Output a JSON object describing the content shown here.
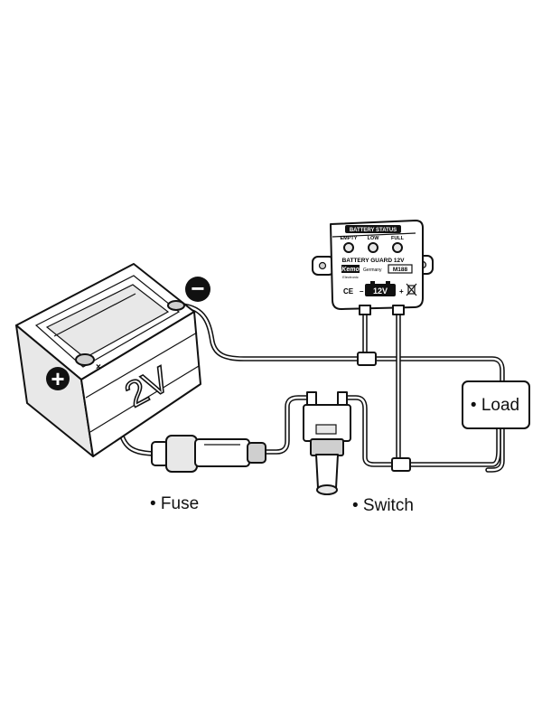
{
  "battery": {
    "voltage_label": "2V",
    "plus_symbol": "+",
    "minus_symbol": "−",
    "x_mark": "×"
  },
  "module": {
    "status_header": "BATTERY STATUS",
    "led_labels": [
      "EMPTY",
      "LOW",
      "FULL"
    ],
    "product_name": "BATTERY GUARD 12V",
    "brand": "Kemo",
    "brand_sub": "Electronic",
    "origin": "Germany",
    "model": "M188",
    "ce_mark": "CE",
    "battery_label": "12V",
    "minus_mark": "–",
    "plus_mark": "+"
  },
  "labels": {
    "fuse": "• Fuse",
    "switch": "• Switch",
    "load": "• Load"
  }
}
